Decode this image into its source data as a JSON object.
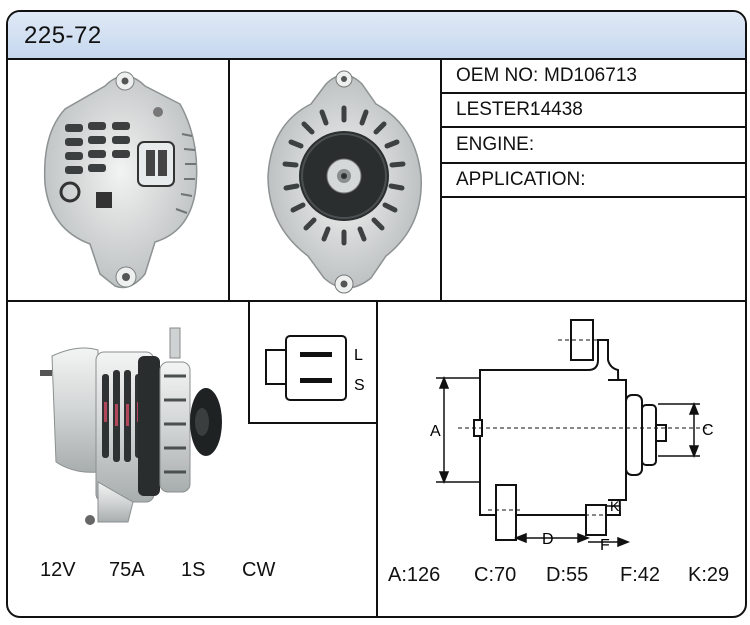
{
  "title": "225-72",
  "info": {
    "oem_label": "OEM NO:",
    "oem_value": "MD106713",
    "lester_label": "LESTER:",
    "lester_value": "14438",
    "engine_label": "ENGINE:",
    "application_label": "APPLICATION:"
  },
  "connector": {
    "pin_l": "L",
    "pin_s": "S"
  },
  "specs": [
    "12V",
    "75A",
    "1S",
    "CW"
  ],
  "dimension_labels": {
    "a": "A",
    "c": "C",
    "d": "D",
    "f": "F",
    "k": "K"
  },
  "dimensions": [
    {
      "label": "A:126"
    },
    {
      "label": "C:70"
    },
    {
      "label": "D:55"
    },
    {
      "label": "F:42"
    },
    {
      "label": "K:29"
    }
  ],
  "colors": {
    "title_bar": "#cfdef1",
    "border": "#111111",
    "alternator_body": "#d9dcdc"
  }
}
